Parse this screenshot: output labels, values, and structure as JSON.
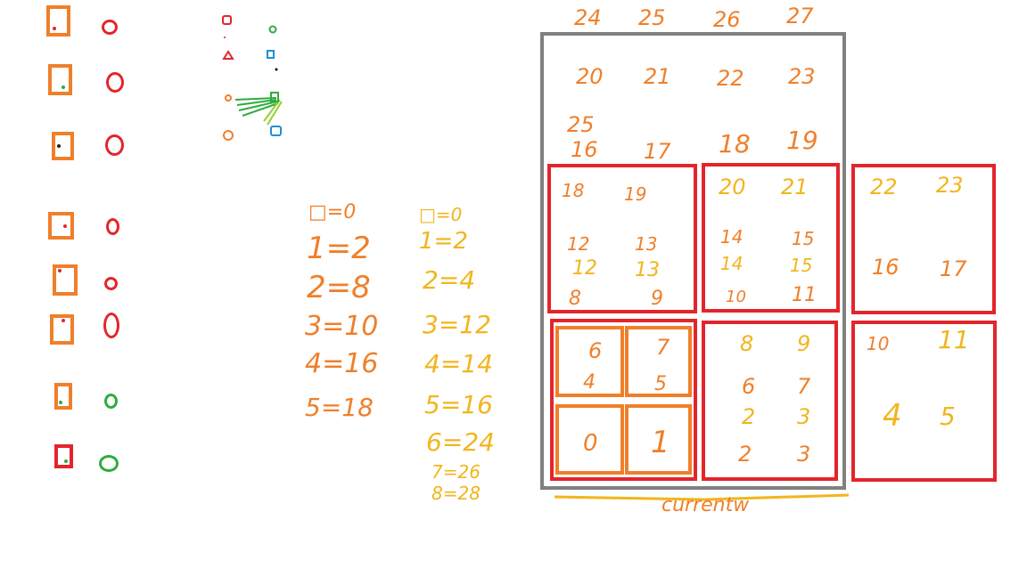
{
  "colors": {
    "orange": "#f07f2a",
    "red": "#e3252b",
    "yellow": "#f2b51d",
    "green": "#2eac3e",
    "blue": "#1f8fd6",
    "gray": "#808080"
  },
  "top_numbers": [
    "24",
    "25",
    "26",
    "27"
  ],
  "gray_row": [
    "20",
    "21",
    "22",
    "23"
  ],
  "extra_25": "25",
  "row_16": [
    "16",
    "17",
    "18",
    "19"
  ],
  "box_a": {
    "r1": [
      "18",
      "19"
    ],
    "r2": [
      "12",
      "13"
    ],
    "r3": [
      "12",
      "13"
    ],
    "r4": [
      "8",
      "9"
    ]
  },
  "box_b": {
    "r1": [
      "20",
      "21"
    ],
    "r2": [
      "14",
      "15"
    ],
    "r3": [
      "14",
      "15"
    ],
    "r4": [
      "10",
      "11"
    ]
  },
  "box_c": {
    "r1": [
      "22",
      "23"
    ],
    "r2": [
      "16",
      "17"
    ]
  },
  "box_d": {
    "cells": [
      "6",
      "7",
      "4",
      "5",
      "0",
      "1"
    ]
  },
  "box_e": {
    "r1": [
      "8",
      "9"
    ],
    "r2": [
      "6",
      "7"
    ],
    "r3": [
      "2",
      "3"
    ],
    "r4": [
      "2",
      "3"
    ]
  },
  "box_f": {
    "r1": [
      "10",
      "11"
    ],
    "r2": [
      "4",
      "5"
    ]
  },
  "orange_equations": [
    "□=0",
    "1=2",
    "2=8",
    "3=10",
    "4=16",
    "5=18"
  ],
  "yellow_equations": [
    "□=0",
    "1=2",
    "2=4",
    "3=12",
    "4=14",
    "5=16",
    "6=24",
    "7=26",
    "8=28"
  ],
  "bottom_label": "currentw"
}
